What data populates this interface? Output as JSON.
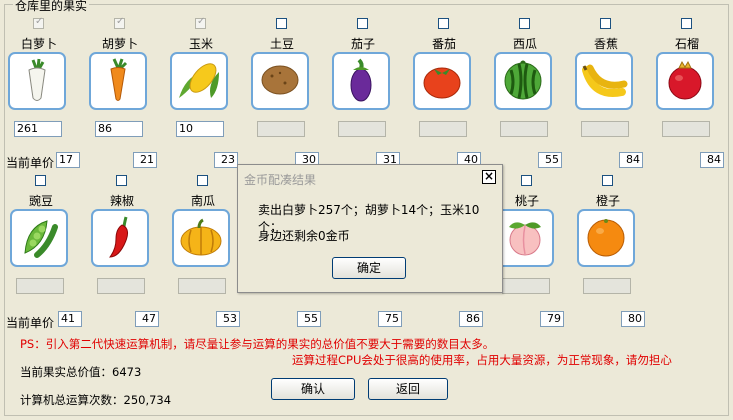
{
  "group_title": "仓库里的果实",
  "row1": [
    {
      "name": "白萝卜",
      "checked": true,
      "qty": "261",
      "price": "17",
      "icon": "white-radish-icon"
    },
    {
      "name": "胡萝卜",
      "checked": true,
      "qty": "86",
      "price": "21",
      "icon": "carrot-icon"
    },
    {
      "name": "玉米",
      "checked": true,
      "qty": "10",
      "price": "23",
      "icon": "corn-icon"
    },
    {
      "name": "土豆",
      "checked": false,
      "qty": "",
      "price": "30",
      "icon": "potato-icon"
    },
    {
      "name": "茄子",
      "checked": false,
      "qty": "",
      "price": "31",
      "icon": "eggplant-icon"
    },
    {
      "name": "番茄",
      "checked": false,
      "qty": "",
      "price": "40",
      "icon": "tomato-icon"
    },
    {
      "name": "西瓜",
      "checked": false,
      "qty": "",
      "price": "55",
      "icon": "watermelon-icon"
    },
    {
      "name": "香蕉",
      "checked": false,
      "qty": "",
      "price": "84",
      "icon": "banana-icon"
    },
    {
      "name": "石榴",
      "checked": false,
      "qty": "",
      "price": "84",
      "icon": "pomegranate-icon"
    }
  ],
  "row2": [
    {
      "name": "豌豆",
      "checked": false,
      "qty": "",
      "price": "41",
      "icon": "pea-icon"
    },
    {
      "name": "辣椒",
      "checked": false,
      "qty": "",
      "price": "47",
      "icon": "chili-icon"
    },
    {
      "name": "南瓜",
      "checked": false,
      "qty": "",
      "price": "53",
      "icon": "pumpkin-icon"
    },
    {
      "name": "",
      "checked": false,
      "qty": "",
      "price": "55",
      "icon": "hidden-icon"
    },
    {
      "name": "",
      "checked": false,
      "qty": "",
      "price": "75",
      "icon": "hidden-icon"
    },
    {
      "name": "",
      "checked": false,
      "qty": "",
      "price": "86",
      "icon": "hidden-icon"
    },
    {
      "name": "桃子",
      "checked": false,
      "qty": "",
      "price": "79",
      "icon": "peach-icon"
    },
    {
      "name": "橙子",
      "checked": false,
      "qty": "",
      "price": "80",
      "icon": "orange-icon"
    }
  ],
  "price_label": "当前单价",
  "ps_text": "PS：引入第二代快速运算机制，请尽量让参与运算的果实的总价值不要大于需要的数目太多。",
  "warn_text": "运算过程CPU会处于很高的使用率，占用大量资源，为正常现象，请勿担心",
  "total_value_label": "当前果实总价值：",
  "total_value": "6473",
  "calc_count_label": "计算机总运算次数：",
  "calc_count": "250,734",
  "confirm_label": "确认",
  "back_label": "返回",
  "dialog": {
    "title": "金币配凑结果",
    "close": "×",
    "message1": "卖出白萝卜257个；胡萝卜14个；玉米10个；",
    "message2": "身边还剩余0金币",
    "ok_label": "确定"
  }
}
